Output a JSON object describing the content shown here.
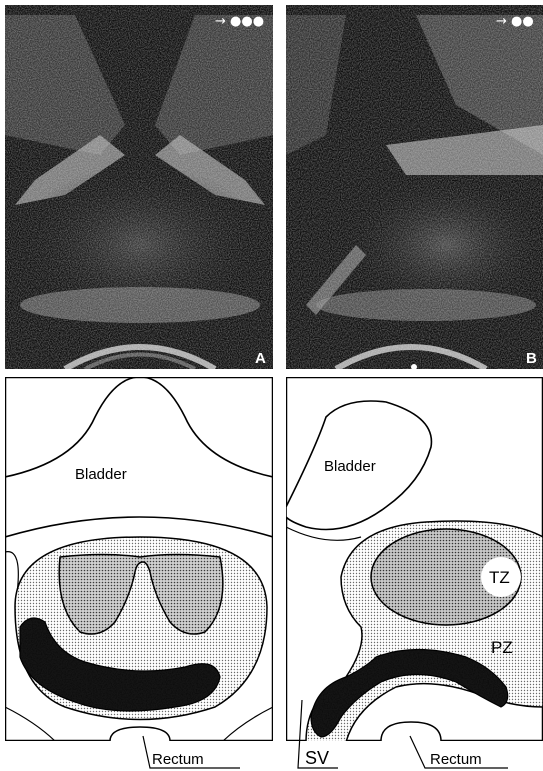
{
  "figure": {
    "panel_a": {
      "label": "A",
      "indicator": "→ ●●●"
    },
    "panel_b": {
      "label": "B",
      "indicator": "→ ●●"
    },
    "diagram_a": {
      "bladder": "Bladder",
      "rectum": "Rectum"
    },
    "diagram_b": {
      "bladder": "Bladder",
      "rectum": "Rectum",
      "tz": "TZ",
      "pz": "PZ",
      "sv": "SV"
    }
  },
  "colors": {
    "ink": "#000000",
    "paper": "#ffffff",
    "dotted": "#cfcfcf",
    "tz_fill": "#9a9a9a"
  }
}
